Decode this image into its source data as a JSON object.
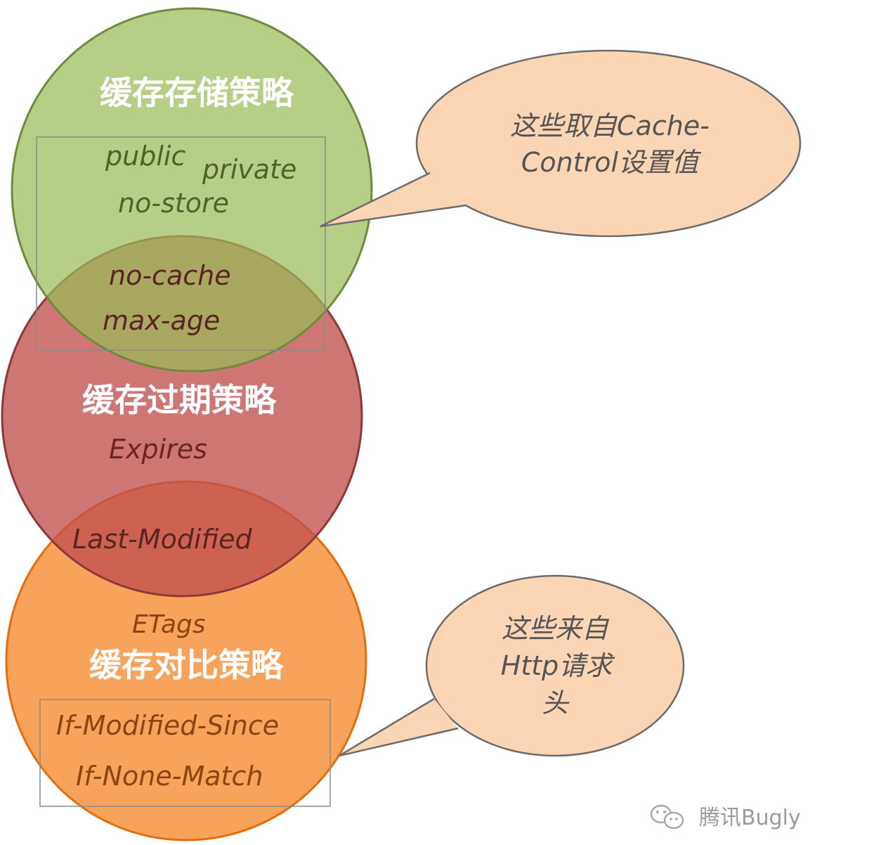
{
  "circles": {
    "storage": {
      "title": "缓存存储策略",
      "terms": [
        "public",
        "private",
        "no-store"
      ]
    },
    "expiry": {
      "title": "缓存过期策略",
      "terms": [
        "Expires"
      ]
    },
    "compare": {
      "title": "缓存对比策略",
      "terms": [
        "ETags"
      ],
      "headers": [
        "If-Modified-Since",
        "If-None-Match"
      ]
    }
  },
  "overlaps": {
    "storage_expiry": [
      "no-cache",
      "max-age"
    ],
    "expiry_compare": [
      "Last-Modified"
    ]
  },
  "callouts": {
    "cache_control": [
      "这些取自Cache-",
      "Control设置值"
    ],
    "http_request": [
      "这些来自",
      "Http请求",
      "头"
    ]
  },
  "watermark": {
    "text": "腾讯Bugly",
    "icon": "wechat-icon"
  },
  "colors": {
    "green": "#9bbb59",
    "red": "#c0504d",
    "orange": "#f79646",
    "callout": "#fcd5b4"
  }
}
